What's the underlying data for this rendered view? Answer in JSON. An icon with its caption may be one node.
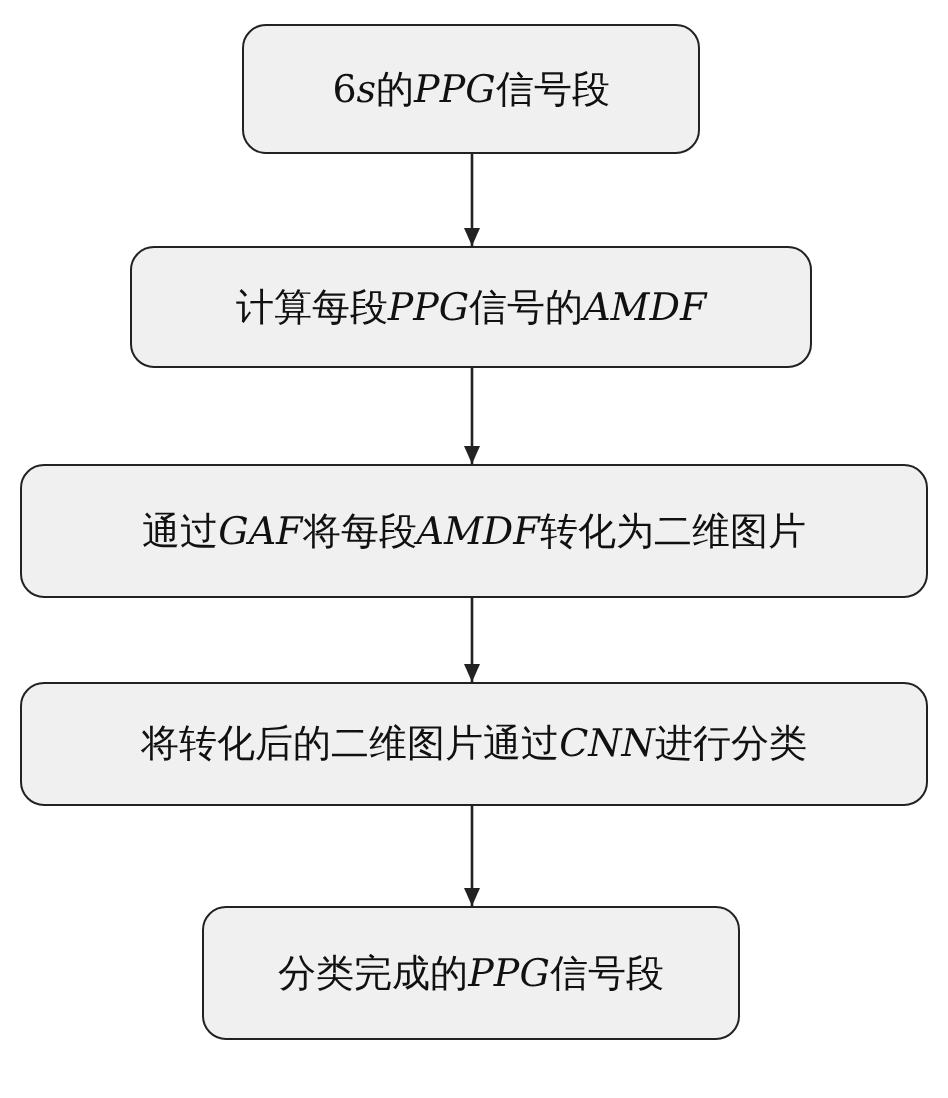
{
  "diagram": {
    "nodes": [
      {
        "text": [
          "6s的PPG信号段"
        ]
      },
      {
        "text": [
          "计算每段PPG信号的AMDF"
        ]
      },
      {
        "text": [
          "通过GAF将每段AMDF转化为二维图片"
        ]
      },
      {
        "text": [
          "将转化后的二维图片通过CNN进行分类"
        ]
      },
      {
        "text": [
          "分类完成的PPG信号段"
        ]
      }
    ],
    "edges": [
      {
        "from": 0,
        "to": 1,
        "arrow": "to"
      },
      {
        "from": 1,
        "to": 2,
        "arrow": "to"
      },
      {
        "from": 2,
        "to": 3,
        "arrow": "to"
      },
      {
        "from": 3,
        "to": 4,
        "arrow": "to"
      }
    ]
  }
}
